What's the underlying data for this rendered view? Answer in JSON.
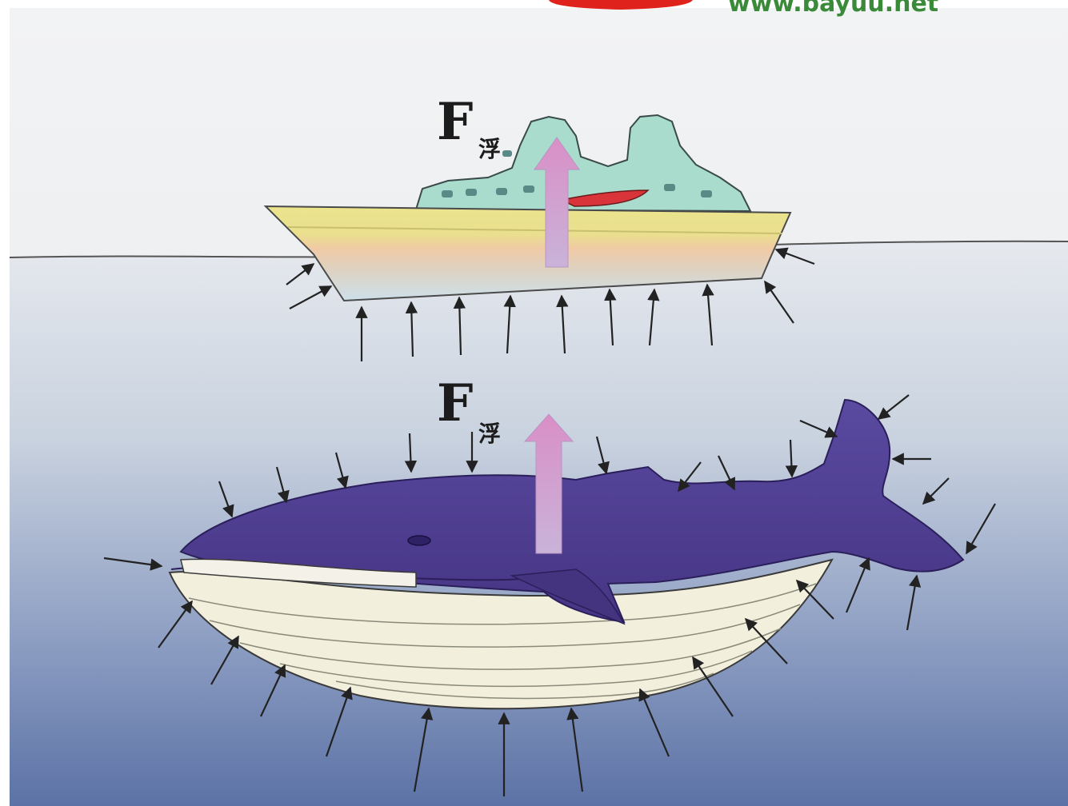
{
  "top_strip": {
    "watermark_text": "www.bayuu.net"
  },
  "ship": {
    "force_label": "F",
    "force_subscript": "浮"
  },
  "whale": {
    "force_label": "F",
    "force_subscript": "浮"
  },
  "colors": {
    "sky": "#eef0f1",
    "water_top": "#dfe4ea",
    "water_bottom": "#5f75a8",
    "ship_deck": "#e9e28a",
    "ship_hull_mid": "#ecc8a8",
    "ship_hull_low": "#cfe1ea",
    "ship_cabin": "#a9dccd",
    "whale_body": "#4f3f93",
    "whale_belly": "#f2efdd",
    "buoyancy_arrow": "#cf9fc9",
    "pressure_arrow": "#222222",
    "red_badge": "#e0221c",
    "watermark_green": "#3a8a3a"
  },
  "icons": [
    "buoyancy-arrow-icon",
    "pressure-arrow-icon"
  ]
}
